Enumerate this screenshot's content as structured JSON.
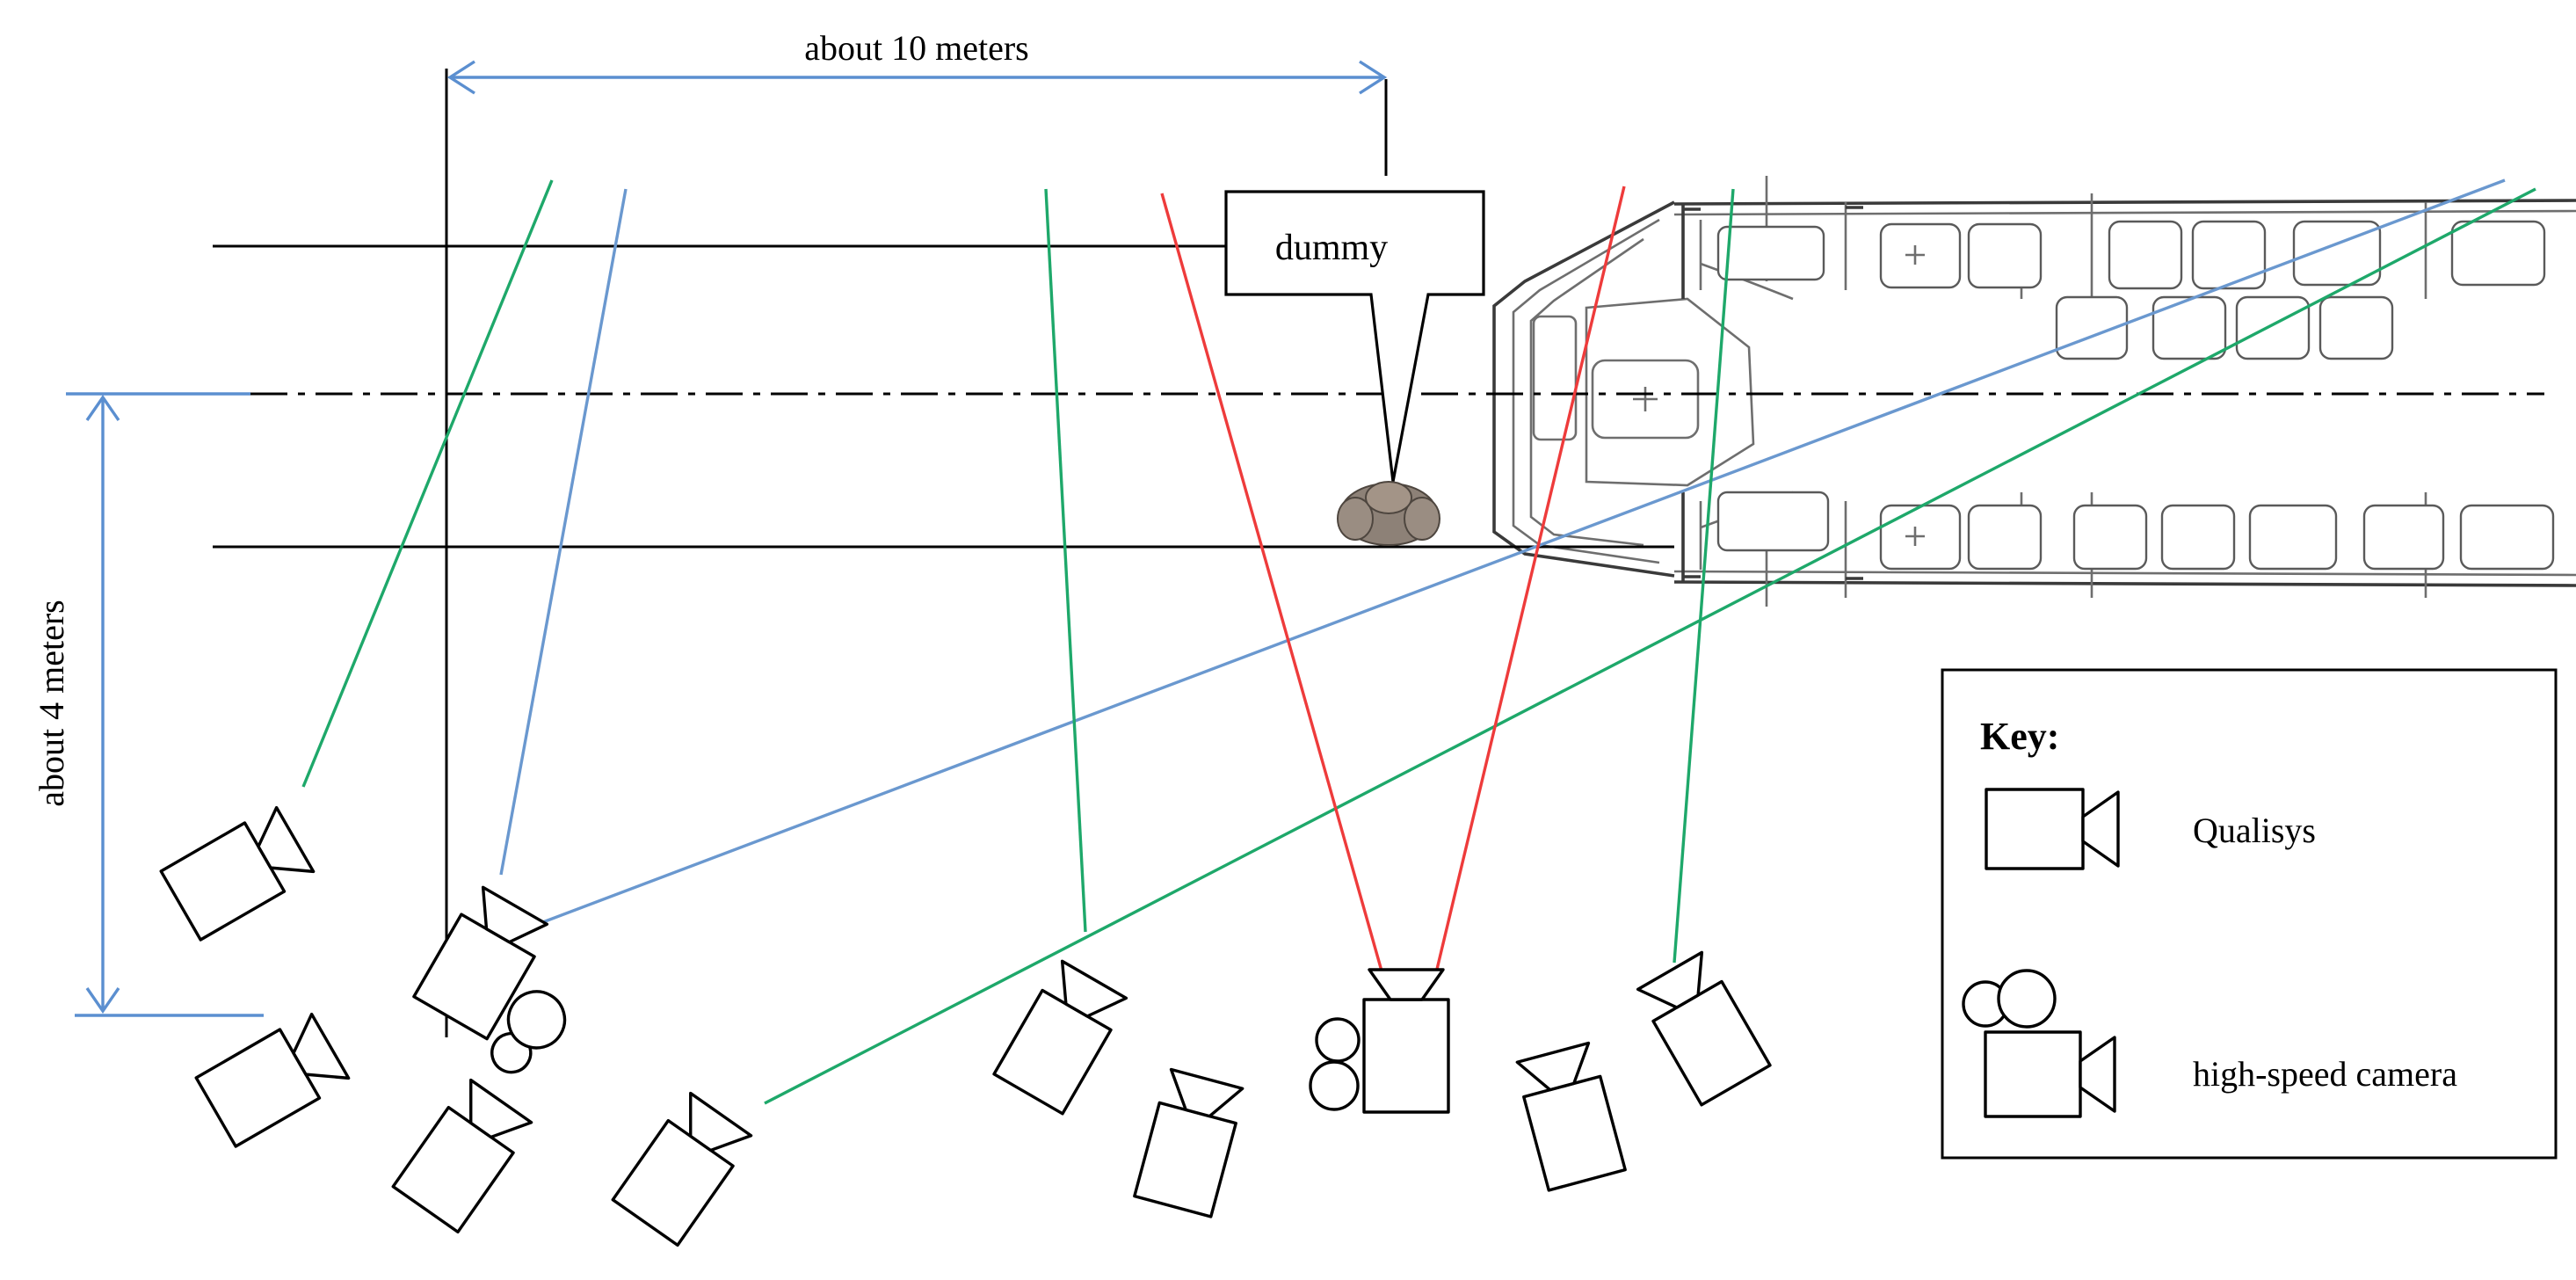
{
  "dimensions": {
    "length_label": "about 10 meters",
    "width_label": "about 4 meters"
  },
  "dummy_label": "dummy",
  "key": {
    "title": "Key:",
    "items": [
      {
        "label": "Qualisys",
        "icon": "qualisys-camera-icon"
      },
      {
        "label": "high-speed camera",
        "icon": "high-speed-camera-icon"
      }
    ]
  },
  "colors": {
    "dimension_line": "#5b8fd0",
    "sightline_green": "#1ea86a",
    "sightline_blue": "#6a98cf",
    "sightline_red": "#ee3b3b",
    "guide_line": "#000000"
  }
}
